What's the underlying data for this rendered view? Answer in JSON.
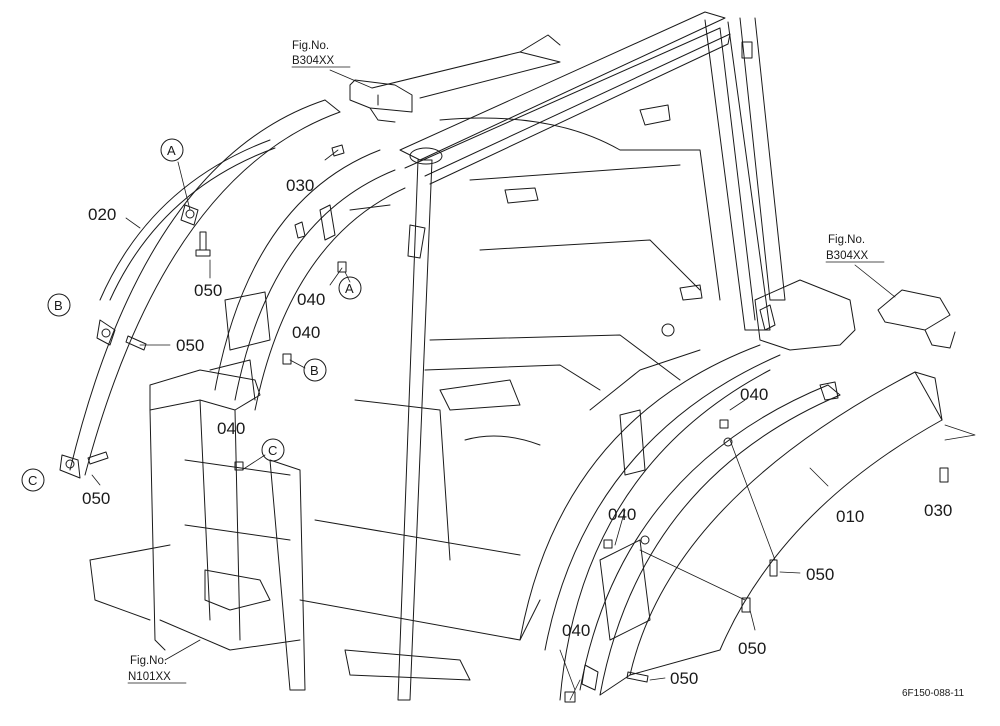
{
  "figure_refs": [
    {
      "fig": "Fig.No.",
      "code": "B304XX"
    },
    {
      "fig": "Fig.No.",
      "code": "B304XX"
    },
    {
      "fig": "Fig.No.",
      "code": "N101XX"
    }
  ],
  "part_numbers": {
    "p010": "010",
    "p020": "020",
    "p030_left": "030",
    "p030_right": "030",
    "p040_a": "040",
    "p040_b": "040",
    "p040_c": "040",
    "p040_d": "040",
    "p040_e": "040",
    "p040_f": "040",
    "p050_a": "050",
    "p050_b": "050",
    "p050_c": "050",
    "p050_d": "050",
    "p050_e": "050",
    "p050_f": "050"
  },
  "callout_letters": {
    "a1": "A",
    "a2": "A",
    "b1": "B",
    "b2": "B",
    "c1": "C",
    "c2": "C"
  },
  "drawing_code": "6F150-088-11"
}
